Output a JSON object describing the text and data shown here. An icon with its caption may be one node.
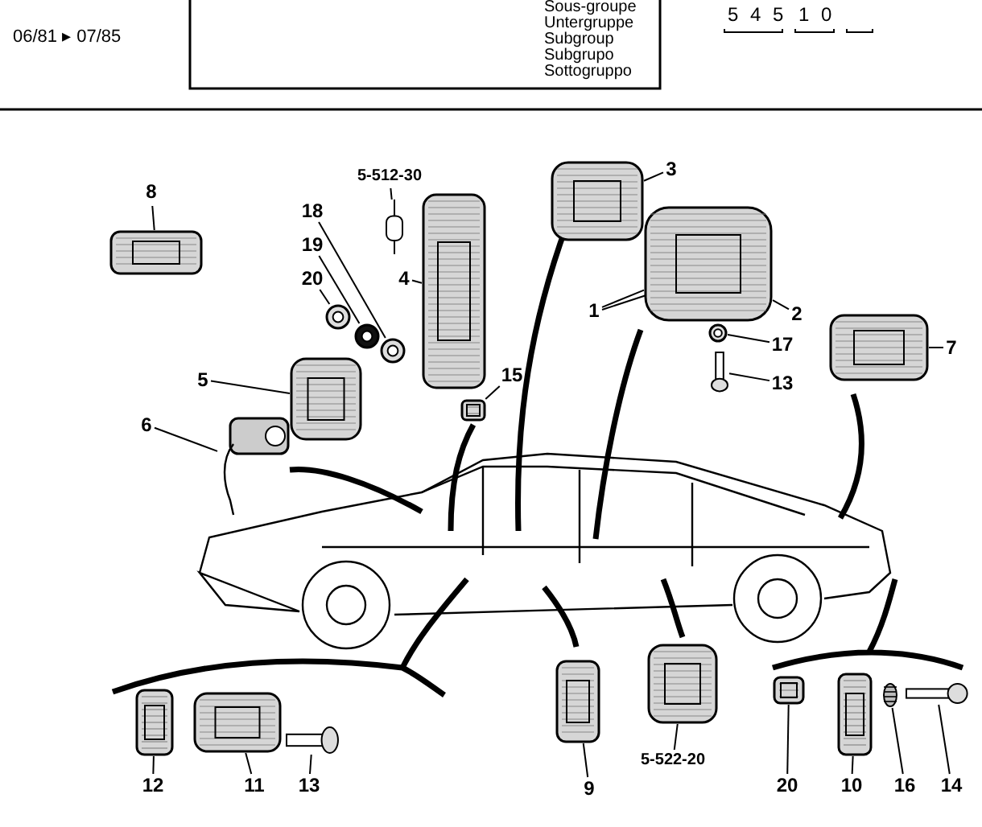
{
  "diagram": {
    "nodes": [
      {
        "text": [
          "8"
        ]
      },
      {
        "text": [],
        "shape": "picture"
      },
      {
        "text": [
          "5-512-30"
        ]
      },
      {
        "text": [],
        "shape": "picture"
      },
      {
        "text": [
          "18"
        ]
      },
      {
        "text": [],
        "shape": "picture"
      },
      {
        "text": [
          "19"
        ]
      },
      {
        "text": [],
        "shape": "picture"
      },
      {
        "text": [
          "20"
        ]
      },
      {
        "text": [],
        "shape": "picture"
      },
      {
        "text": [
          "4"
        ]
      },
      {
        "text": [],
        "shape": "picture"
      },
      {
        "text": [
          "15"
        ]
      },
      {
        "text": [],
        "shape": "picture"
      },
      {
        "text": [
          "5"
        ]
      },
      {
        "text": [],
        "shape": "picture"
      },
      {
        "text": [
          "6"
        ]
      },
      {
        "text": [],
        "shape": "picture"
      },
      {
        "text": [
          "3"
        ]
      },
      {
        "text": [],
        "shape": "picture"
      },
      {
        "text": [
          "1"
        ]
      },
      {
        "text": [],
        "shape": "picture"
      },
      {
        "text": [
          "2"
        ]
      },
      {
        "text": [
          "17"
        ]
      },
      {
        "text": [],
        "shape": "picture"
      },
      {
        "text": [
          "13"
        ]
      },
      {
        "text": [],
        "shape": "picture"
      },
      {
        "text": [
          "7"
        ]
      },
      {
        "text": [],
        "shape": "picture"
      },
      {
        "text": [
          "12"
        ]
      },
      {
        "text": [],
        "shape": "picture"
      },
      {
        "text": [
          "11"
        ]
      },
      {
        "text": [],
        "shape": "picture"
      },
      {
        "text": [
          "13"
        ]
      },
      {
        "text": [],
        "shape": "picture"
      },
      {
        "text": [
          "9"
        ]
      },
      {
        "text": [],
        "shape": "picture"
      },
      {
        "text": [
          "5-522-20"
        ]
      },
      {
        "text": [],
        "shape": "picture"
      },
      {
        "text": [
          "20"
        ]
      },
      {
        "text": [],
        "shape": "picture"
      },
      {
        "text": [
          "10"
        ]
      },
      {
        "text": [],
        "shape": "picture"
      },
      {
        "text": [
          "16"
        ]
      },
      {
        "text": [],
        "shape": "picture"
      },
      {
        "text": [
          "14"
        ]
      },
      {
        "text": [],
        "shape": "picture"
      }
    ],
    "edges": [
      {
        "from": 0,
        "to": 1,
        "arrow": "none"
      },
      {
        "from": 2,
        "to": 3,
        "arrow": "none"
      },
      {
        "from": 4,
        "to": 5,
        "arrow": "none"
      },
      {
        "from": 6,
        "to": 7,
        "arrow": "none"
      },
      {
        "from": 8,
        "to": 9,
        "arrow": "none"
      },
      {
        "from": 10,
        "to": 11,
        "arrow": "none"
      },
      {
        "from": 12,
        "to": 13,
        "arrow": "none"
      },
      {
        "from": 14,
        "to": 15,
        "arrow": "none"
      },
      {
        "from": 16,
        "to": 17,
        "arrow": "none"
      },
      {
        "from": 18,
        "to": 19,
        "arrow": "none"
      },
      {
        "from": 20,
        "to": 21,
        "arrow": "none"
      },
      {
        "from": 20,
        "to": 21,
        "arrow": "none"
      },
      {
        "from": 22,
        "to": 21,
        "arrow": "none"
      },
      {
        "from": 23,
        "to": 24,
        "arrow": "none"
      },
      {
        "from": 25,
        "to": 26,
        "arrow": "none"
      },
      {
        "from": 27,
        "to": 28,
        "arrow": "none"
      },
      {
        "from": 29,
        "to": 30,
        "arrow": "none"
      },
      {
        "from": 31,
        "to": 32,
        "arrow": "none"
      },
      {
        "from": 33,
        "to": 34,
        "arrow": "none"
      },
      {
        "from": 35,
        "to": 36,
        "arrow": "none"
      },
      {
        "from": 37,
        "to": 38,
        "arrow": "none"
      },
      {
        "from": 39,
        "to": 40,
        "arrow": "none"
      },
      {
        "from": 41,
        "to": 42,
        "arrow": "none"
      },
      {
        "from": 43,
        "to": 44,
        "arrow": "none"
      },
      {
        "from": 45,
        "to": 46,
        "arrow": "none"
      }
    ],
    "labels": [
      "06/81 ▸ 07/85",
      "Sous-groupe",
      "Untergruppe",
      "Subgroup",
      "Subgrupo",
      "Sottogruppo",
      "5 4 5",
      "1 0"
    ]
  }
}
